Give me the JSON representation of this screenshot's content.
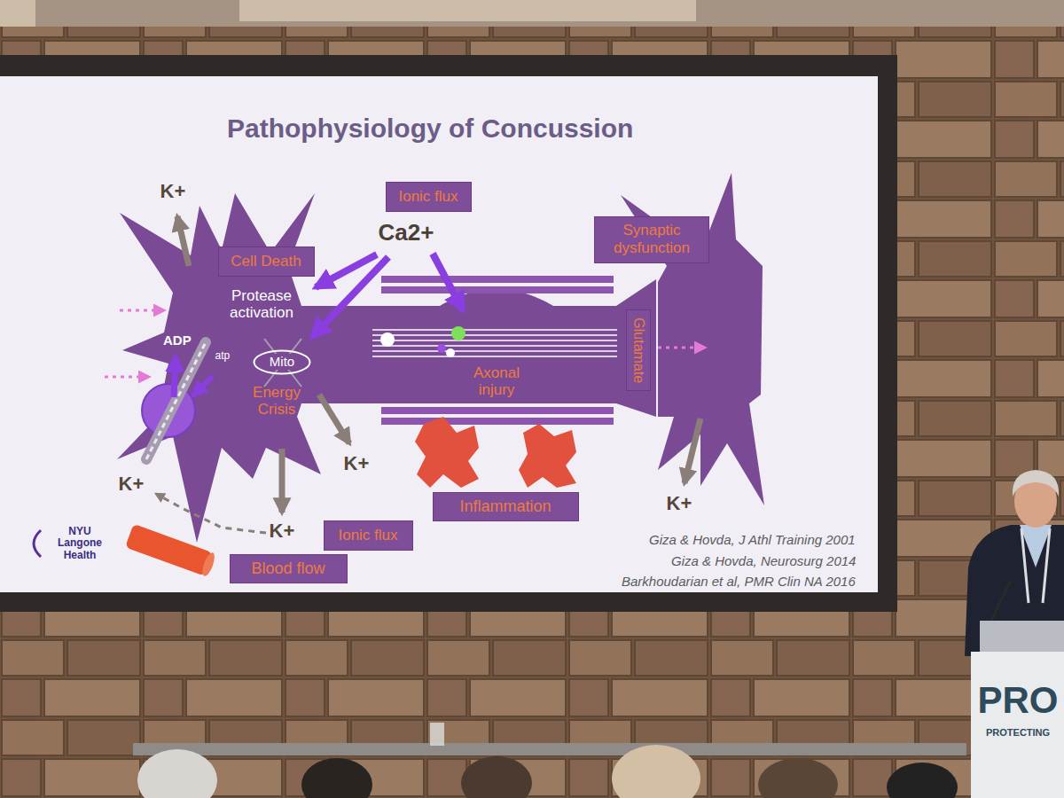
{
  "diagram": {
    "title": "Pathophysiology of Concussion",
    "nodes": [
      {
        "text": [
          "Ionic flux"
        ]
      },
      {
        "text": [
          "Cell Death"
        ]
      },
      {
        "text": [
          "Mito"
        ]
      },
      {
        "text": [
          "Synaptic dysfunction"
        ]
      },
      {
        "text": [
          "Glutamate"
        ]
      },
      {
        "text": [
          "Inflammation"
        ]
      },
      {
        "text": [
          "Ionic flux"
        ]
      },
      {
        "text": [
          "Blood flow"
        ]
      }
    ],
    "labels": [
      "K+",
      "Ca2+",
      "Protease activation",
      "ADP",
      "atp",
      "Energy Crisis",
      "Axonal injury",
      "K+",
      "K+",
      "K+",
      "K+",
      "NYU Langone Health",
      "Giza & Hovda, J Athl Training 2001",
      "Giza & Hovda, Neurosurg 2014",
      "Barkhoudarian et al, PMR Clin NA 2016",
      "PRO",
      "PROTECTING"
    ]
  }
}
